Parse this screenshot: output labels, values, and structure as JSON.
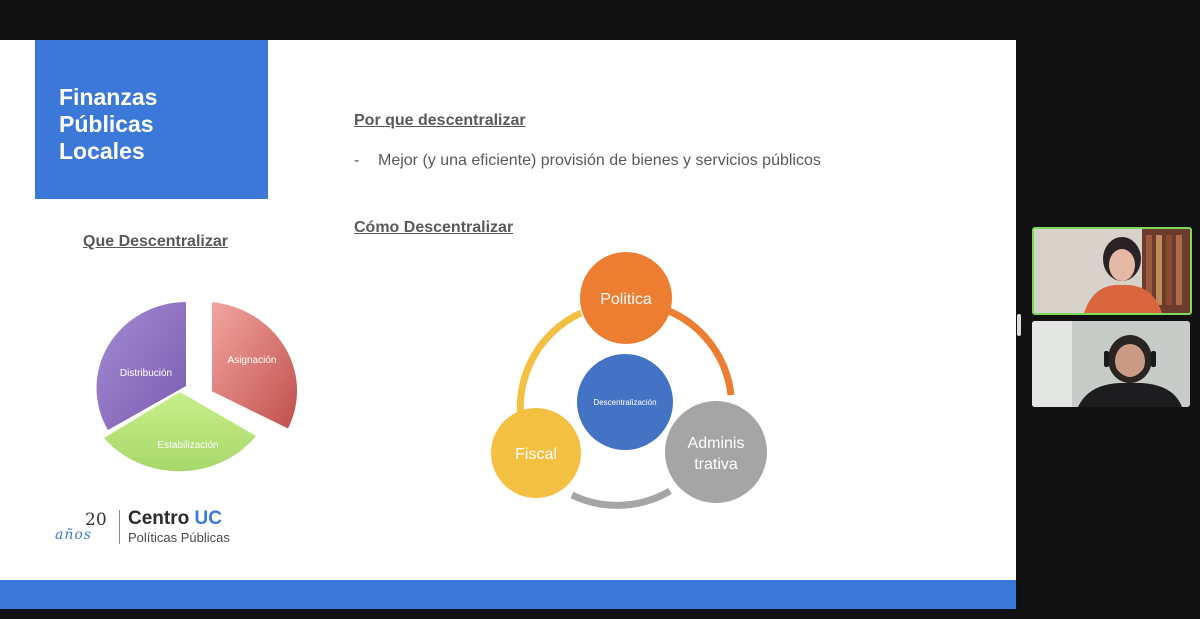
{
  "slide": {
    "title_lines": [
      "Finanzas",
      "Públicas",
      "Locales"
    ],
    "por_que_heading": "Por que descentralizar",
    "bullet_dash": "-",
    "bullet_text": "Mejor (y una eficiente) provisión de bienes y servicios públicos",
    "como_heading": "Cómo Descentralizar",
    "que_heading": "Que Descentralizar"
  },
  "pie": {
    "slices": [
      {
        "label": "Asignación",
        "color": "#d9534f"
      },
      {
        "label": "Estabilización",
        "color": "#b7e07a"
      },
      {
        "label": "Distribución",
        "color": "#8a6bbf"
      }
    ]
  },
  "cycle": {
    "center_label": "Descentralización",
    "center_color": "#4472c4",
    "nodes": [
      {
        "lines": [
          "Politica"
        ],
        "color": "#ed7d31"
      },
      {
        "lines": [
          "Adminis",
          "trativa"
        ],
        "color": "#a5a5a5"
      },
      {
        "lines": [
          "Fiscal"
        ],
        "color": "#f4c042"
      }
    ],
    "arc_colors": [
      "#ed7d31",
      "#a5a5a5",
      "#f4c042"
    ]
  },
  "logo": {
    "years": "20",
    "years_word": "años",
    "brand_main": "Centro ",
    "brand_accent": "UC",
    "subtitle": "Políticas Públicas"
  },
  "colors": {
    "accent_blue": "#3c78d8",
    "active_speaker_border": "#7ed957"
  }
}
